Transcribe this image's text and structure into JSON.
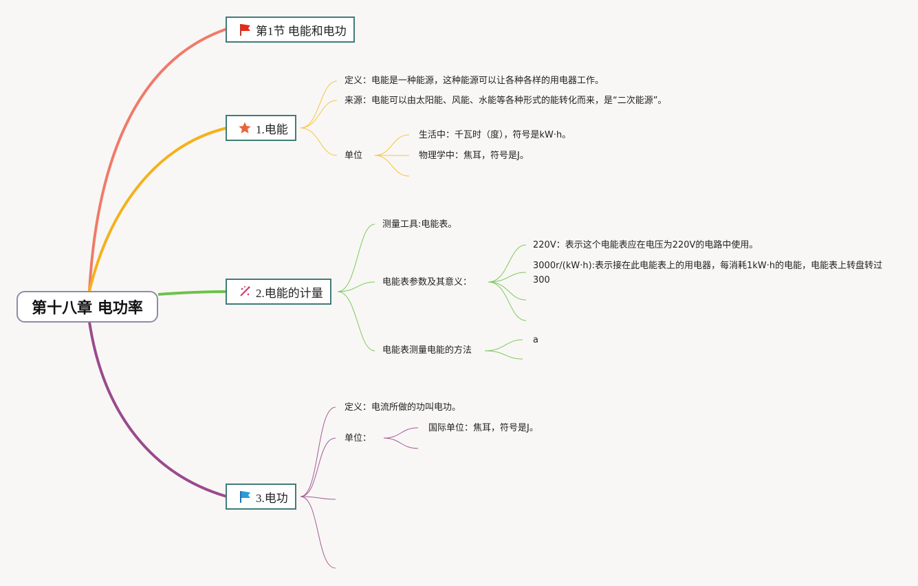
{
  "root": {
    "label": "第十八章 电功率"
  },
  "topics": {
    "t1": {
      "label": "第1节 电能和电功",
      "icon": "red-flag-icon"
    },
    "t2": {
      "label": "1.电能",
      "icon": "orange-star-icon"
    },
    "t3": {
      "label": "2.电能的计量",
      "icon": "sparkle-icon"
    },
    "t4": {
      "label": "3.电功",
      "icon": "blue-flag-icon"
    }
  },
  "energy": {
    "definition": "定义：电能是一种能源，这种能源可以让各种各样的用电器工作。",
    "source": "来源：电能可以由太阳能、风能、水能等各种形式的能转化而来，是“二次能源”。",
    "unit": "单位",
    "unit_life": "生活中：千瓦时（度），符号是kW·h。",
    "unit_physics": "物理学中：焦耳，符号是J。"
  },
  "metering": {
    "tool": "测量工具:电能表。",
    "params": "电能表参数及其意义：",
    "param_220v": "220V：表示这个电能表应在电压为220V的电路中使用。",
    "param_3000": "3000r/(kW·h):表示接在此电能表上的用电器，每消耗1kW·h的电能，电能表上转盘转过300",
    "method": "电能表测量电能的方法",
    "method_a": "a"
  },
  "work": {
    "definition": "定义：电流所做的功叫电功。",
    "unit": "单位：",
    "unit_si": "国际单位：焦耳，符号是J。"
  },
  "colors": {
    "branch1": "#f07a6a",
    "branch2": "#f5b11a",
    "branch3": "#6cc24a",
    "branch4": "#9a4a8e",
    "topic_border": "#3f7b76",
    "root_border": "#8e8aa8"
  }
}
